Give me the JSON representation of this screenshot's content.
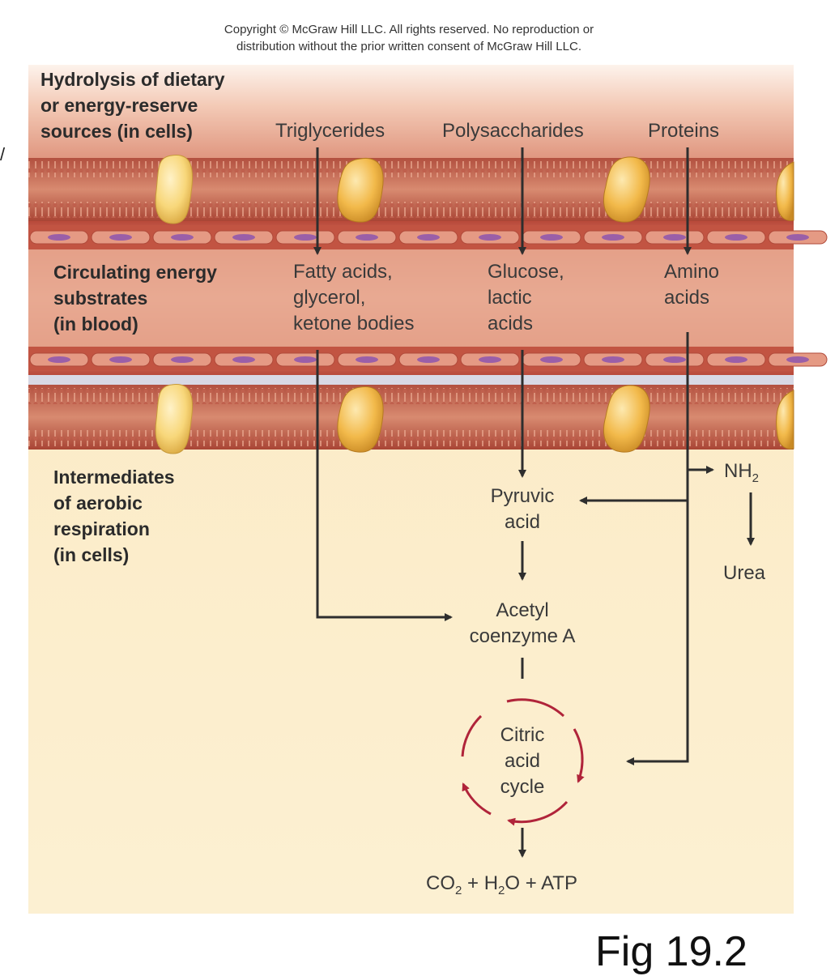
{
  "copyright": {
    "line1": "Copyright © McGraw Hill LLC. All rights reserved. No reproduction or",
    "line2": "distribution without the prior written consent of McGraw Hill LLC."
  },
  "rows": {
    "hydrolysis": [
      "Hydrolysis of dietary",
      "or energy-reserve",
      "sources (in cells)"
    ],
    "circulating": [
      "Circulating energy",
      "substrates",
      "(in blood)"
    ],
    "intermediates": [
      "Intermediates",
      "of aerobic",
      "respiration",
      "(in cells)"
    ]
  },
  "sources": {
    "triglycerides": "Triglycerides",
    "polysaccharides": "Polysaccharides",
    "proteins": "Proteins"
  },
  "blood": {
    "fatty": [
      "Fatty acids,",
      "glycerol,",
      "ketone bodies"
    ],
    "glucose": [
      "Glucose,",
      "lactic",
      "acids"
    ],
    "amino": [
      "Amino",
      "acids"
    ]
  },
  "cell": {
    "pyruvic": [
      "Pyruvic",
      "acid"
    ],
    "acetyl": [
      "Acetyl",
      "coenzyme A"
    ],
    "citric": [
      "Citric",
      "acid",
      "cycle"
    ],
    "nh2": "NH",
    "nh2_sub": "2",
    "urea": "Urea",
    "products": {
      "co": "CO",
      "co_sub": "2",
      "plus1": " + H",
      "h_sub": "2",
      "rest": "O + ATP"
    }
  },
  "figure_caption": "Fig 19.2",
  "colors": {
    "membrane": "#c96a5a",
    "membrane_dark": "#a84a3e",
    "blood_vessel": "#c46150",
    "cell_bg": "#fbecc0",
    "arrow": "#2e2e2e",
    "cycle_arrow": "#b0243a",
    "protein_channel": "#f0b84a"
  }
}
